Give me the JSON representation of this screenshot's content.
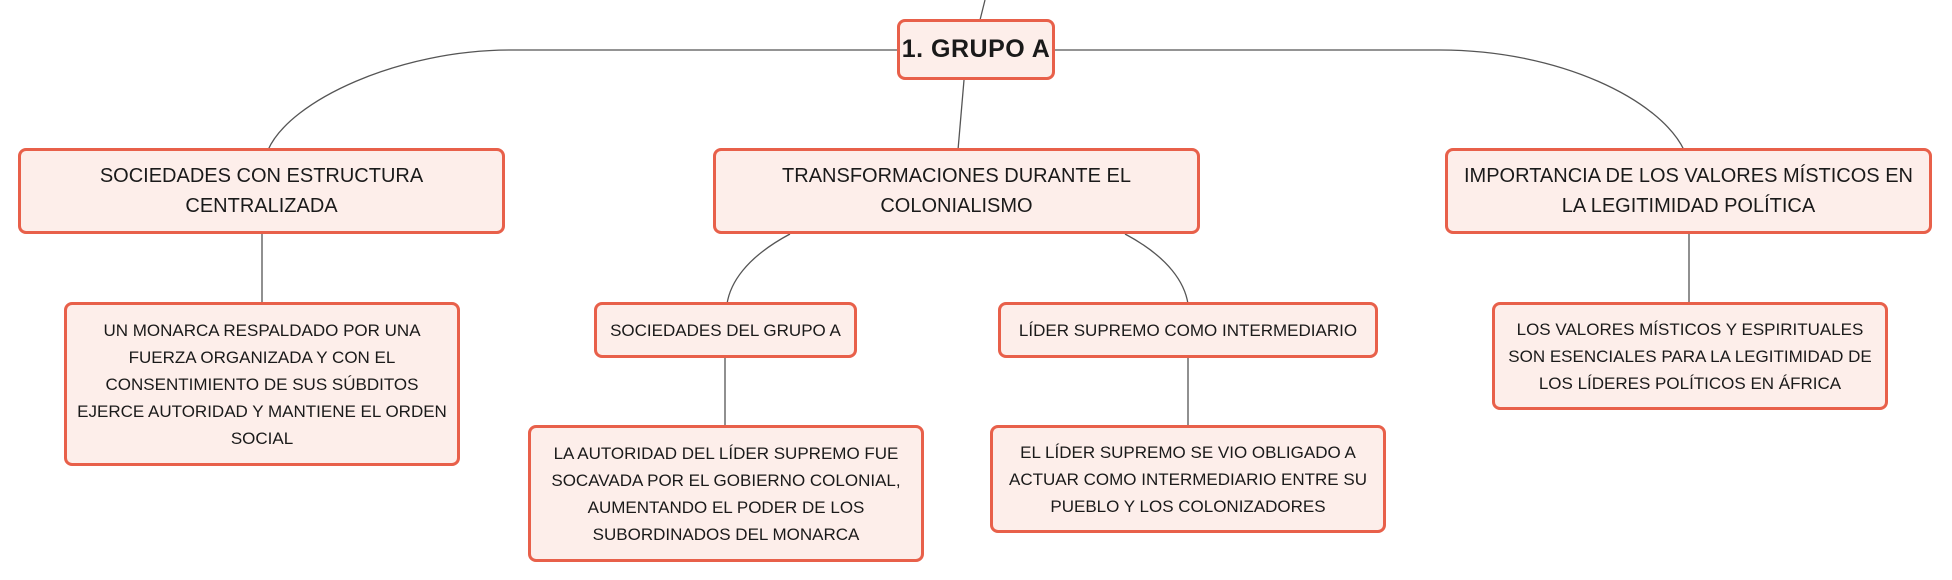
{
  "diagram": {
    "type": "mind-map",
    "root": {
      "label": "1. GRUPO A",
      "children": [
        {
          "label": "SOCIEDADES CON ESTRUCTURA CENTRALIZADA",
          "children": [
            {
              "label": "UN MONARCA RESPALDADO POR UNA FUERZA ORGANIZADA Y CON EL CONSENTIMIENTO DE SUS SÚBDITOS EJERCE AUTORIDAD Y MANTIENE EL ORDEN SOCIAL"
            }
          ]
        },
        {
          "label": "TRANSFORMACIONES DURANTE EL COLONIALISMO",
          "children": [
            {
              "label": "SOCIEDADES DEL GRUPO A",
              "children": [
                {
                  "label": "LA AUTORIDAD DEL LÍDER SUPREMO FUE SOCAVADA POR EL GOBIERNO COLONIAL, AUMENTANDO EL PODER DE LOS SUBORDINADOS DEL MONARCA"
                }
              ]
            },
            {
              "label": "LÍDER SUPREMO COMO INTERMEDIARIO",
              "children": [
                {
                  "label": "EL LÍDER SUPREMO SE VIO OBLIGADO A ACTUAR COMO INTERMEDIARIO ENTRE SU PUEBLO Y LOS COLONIZADORES"
                }
              ]
            }
          ]
        },
        {
          "label": "IMPORTANCIA DE LOS VALORES MÍSTICOS EN LA LEGITIMIDAD POLÍTICA",
          "children": [
            {
              "label": "LOS VALORES MÍSTICOS Y ESPIRITUALES SON ESENCIALES PARA LA LEGITIMIDAD DE LOS LÍDERES POLÍTICOS EN ÁFRICA"
            }
          ]
        }
      ]
    }
  },
  "colors": {
    "node_fill": "#fdeeea",
    "node_border": "#e8604a",
    "connector": "#555555",
    "text": "#1a1a1a"
  }
}
